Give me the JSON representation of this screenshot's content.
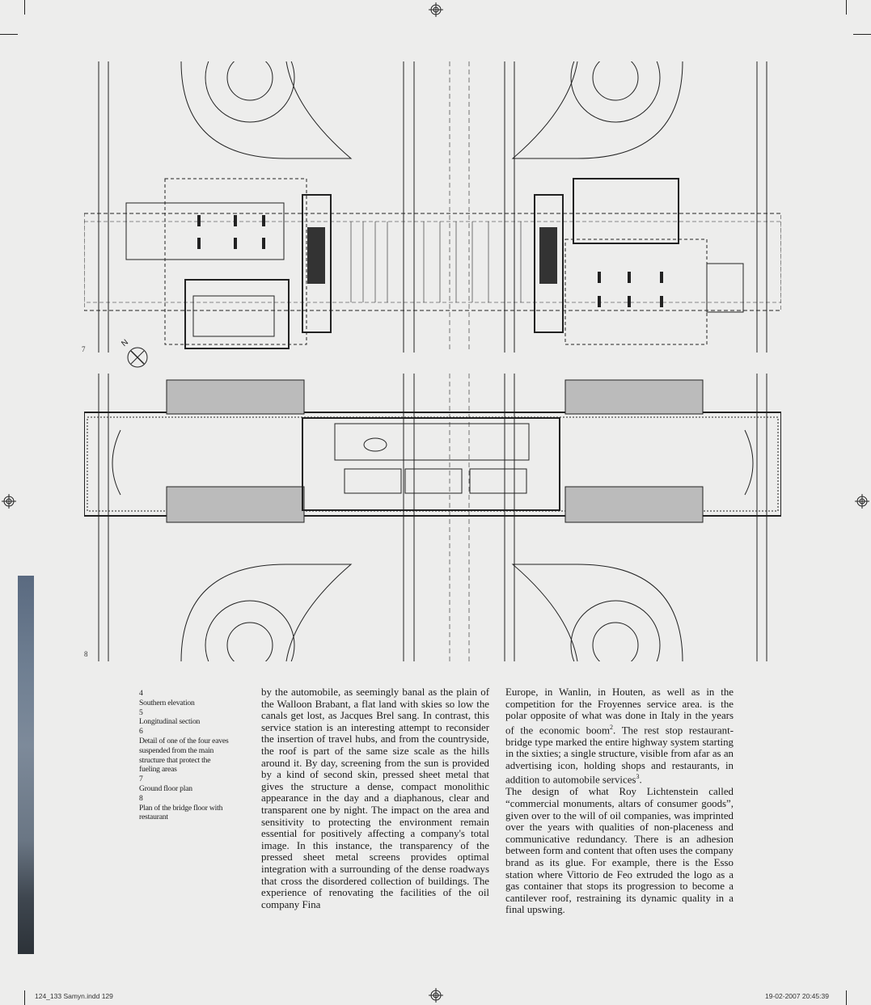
{
  "figures": {
    "fig7_number": "7",
    "fig8_number": "8",
    "north_label": "N"
  },
  "captions": [
    {
      "num": "4",
      "text": "Southern elevation"
    },
    {
      "num": "5",
      "text": "Longitudinal section"
    },
    {
      "num": "6",
      "text": "Detail of one of the four eaves suspended from the main structure that protect the fueling areas"
    },
    {
      "num": "7",
      "text": "Ground floor plan"
    },
    {
      "num": "8",
      "text": "Plan of the bridge floor with restaurant"
    }
  ],
  "body": {
    "col1": "by the automobile, as seemingly banal as the plain of the Walloon Brabant, a flat land with skies so low the canals get lost, as Jacques Brel sang. In contrast, this service station is an interesting attempt to reconsider the insertion of travel hubs, and from the countryside, the roof is part of the same size scale as the hills around it. By day, screening from the sun is provided by a kind of second skin, pressed sheet metal that gives the structure a dense, compact monolithic appearance in the day and a diaphanous, clear and transparent one by night. The impact on the area and sensitivity to protecting the environment remain essential for positively affecting a company's total image. In this instance, the transparency of the pressed sheet metal screens provides optimal integration with a surrounding of the dense roadways that cross the disordered collection of buildings. The experience of renovating the facilities of the oil company Fina",
    "col2_p1": "Europe, in Wanlin, in Houten, as well as in the competition for the Froyennes service area. is the polar opposite of what was done in Italy in the years of the economic boom",
    "col2_sup1": "2",
    "col2_p1b": ". The rest stop restaurant-bridge type marked the entire highway system starting in the sixties; a single structure, visible from afar as an advertising icon, holding shops and restaurants, in addition to automobile services",
    "col2_sup2": "3",
    "col2_p1c": ".",
    "col2_p2": "The design of what Roy Lichtenstein called “commercial monuments, altars of consumer goods”, given over to the will of oil companies, was imprinted over the years with qualities of non-placeness and communicative redundancy. There is an adhesion between form and content that often uses the company brand as its glue. For example, there is the Esso station where Vittorio de Feo extruded the logo as a gas container that stops its progression to become a cantilever roof, restraining its dynamic quality in a final upswing."
  },
  "slug": {
    "file": "124_133 Samyn.indd   129",
    "datetime": "19-02-2007   20:45:39"
  }
}
